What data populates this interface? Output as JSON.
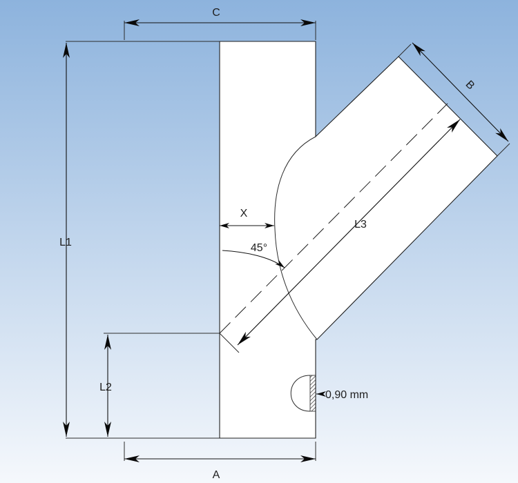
{
  "diagram": {
    "labels": {
      "c": "C",
      "b": "B",
      "x": "X",
      "angle": "45°",
      "l3": "L3",
      "l1": "L1",
      "l2": "L2",
      "a": "A",
      "thickness": "0,90 mm"
    },
    "colors": {
      "background_top": "#8db3dd",
      "background_bottom": "#f5f8fc",
      "part_fill": "#ffffff",
      "line": "#1e1e1e"
    }
  }
}
